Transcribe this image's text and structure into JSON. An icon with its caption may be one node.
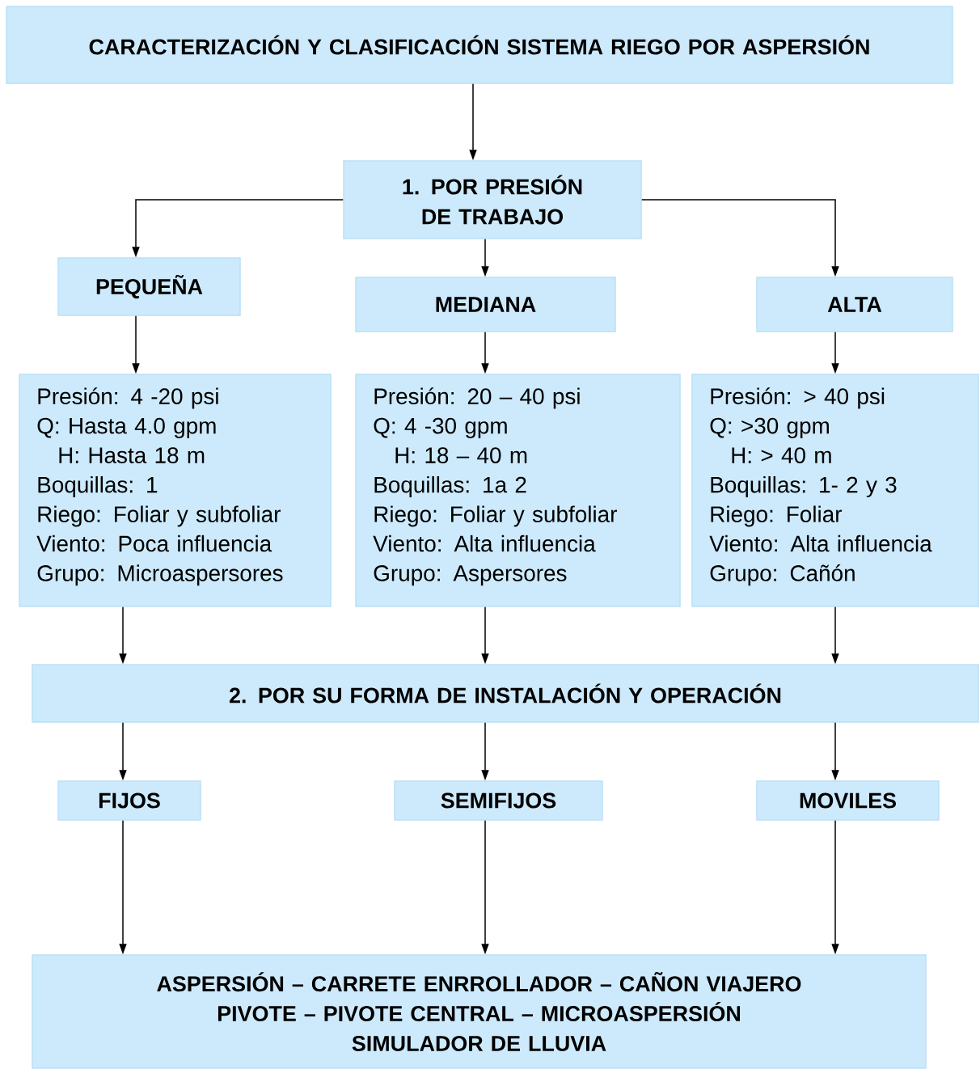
{
  "diagram": {
    "nodes": [
      {
        "text": [
          "CARACTERIZACIÓN Y CLASIFICACIÓN SISTEMA RIEGO POR ASPERSIÓN"
        ]
      },
      {
        "text": [
          "1.  POR PRESIÓN DE TRABAJO"
        ]
      },
      {
        "text": [
          "PEQUEÑA"
        ]
      },
      {
        "text": [
          "MEDIANA"
        ]
      },
      {
        "text": [
          "ALTA"
        ]
      },
      {
        "text": [
          "Presión: 4 -20 psi",
          "Q: Hasta 4.0 gpm",
          "H: Hasta 18 m",
          "Boquillas: 1",
          "Riego: Foliar y subfoliar",
          "Viento: Poca influencia",
          "Grupo: Microaspersores"
        ]
      },
      {
        "text": [
          "Presión: 20 – 40 psi",
          "Q: 4 -30 gpm",
          "H: 18 – 40 m",
          "Boquillas: 1a 2",
          "Riego: Foliar y subfoliar",
          "Viento: Alta influencia",
          "Grupo: Aspersores"
        ]
      },
      {
        "text": [
          "Presión: > 40 psi",
          "Q: >30 gpm",
          "H: > 40 m",
          "Boquillas: 1- 2 y 3",
          "Riego: Foliar",
          "Viento: Alta influencia",
          "Grupo: Cañón"
        ]
      },
      {
        "text": [
          "2.  POR SU FORMA DE INSTALACIÓN Y OPERACIÓN"
        ]
      },
      {
        "text": [
          "FIJOS"
        ]
      },
      {
        "text": [
          "SEMIFIJOS"
        ]
      },
      {
        "text": [
          "MOVILES"
        ]
      },
      {
        "text": [
          "ASPERSIÓN – CARRETE ENRROLLADOR – CAÑON VIAJERO",
          "PIVOTE – PIVOTE CENTRAL – MICROASPERSIÓN",
          "SIMULADOR DE LLUVIA"
        ]
      }
    ],
    "edges": [
      {
        "from": 0,
        "to": 1,
        "arrow": "to"
      },
      {
        "from": 1,
        "to": 2,
        "arrow": "to"
      },
      {
        "from": 1,
        "to": 3,
        "arrow": "to"
      },
      {
        "from": 1,
        "to": 4,
        "arrow": "to"
      },
      {
        "from": 2,
        "to": 5,
        "arrow": "to"
      },
      {
        "from": 3,
        "to": 6,
        "arrow": "to"
      },
      {
        "from": 4,
        "to": 7,
        "arrow": "to"
      },
      {
        "from": 5,
        "to": 8,
        "arrow": "to"
      },
      {
        "from": 6,
        "to": 8,
        "arrow": "to"
      },
      {
        "from": 7,
        "to": 8,
        "arrow": "to"
      },
      {
        "from": 8,
        "to": 9,
        "arrow": "to"
      },
      {
        "from": 8,
        "to": 10,
        "arrow": "to"
      },
      {
        "from": 8,
        "to": 11,
        "arrow": "to"
      },
      {
        "from": 9,
        "to": 12,
        "arrow": "to"
      },
      {
        "from": 10,
        "to": 12,
        "arrow": "to"
      },
      {
        "from": 11,
        "to": 12,
        "arrow": "to"
      }
    ]
  }
}
